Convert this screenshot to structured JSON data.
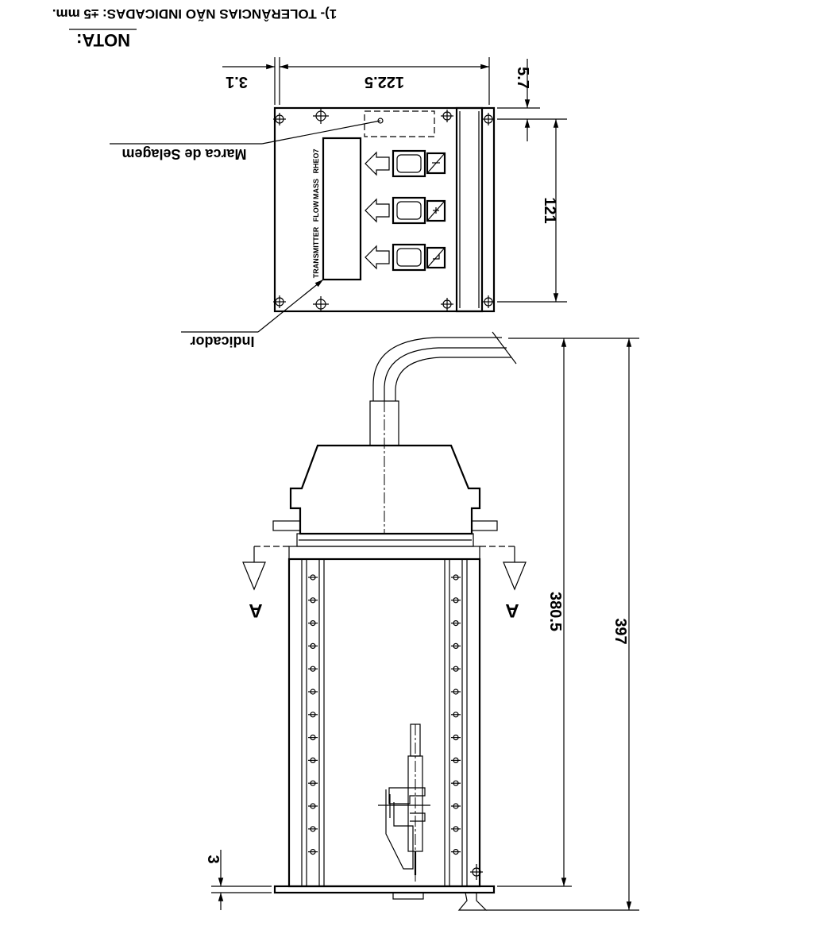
{
  "notes": {
    "heading": "NOTA:",
    "line1": "1)- TOLERÂNCIAS NÃO INDICADAS: ±5 mm."
  },
  "front_view": {
    "callouts": {
      "seal_mark": "Marca de Selagem",
      "indicator": "Indicador"
    },
    "panel_labels": [
      "RHEO7",
      "MASS",
      "FLOW",
      "TRANSMITTER"
    ],
    "dimensions": {
      "left_offset": "3.1",
      "width": "122.5",
      "top_offset": "5.7",
      "height": "121"
    }
  },
  "side_view": {
    "section_marks": [
      "A",
      "A"
    ],
    "dimensions": {
      "height_inner": "380.5",
      "height_total": "397",
      "bottom_gap": "3"
    }
  }
}
